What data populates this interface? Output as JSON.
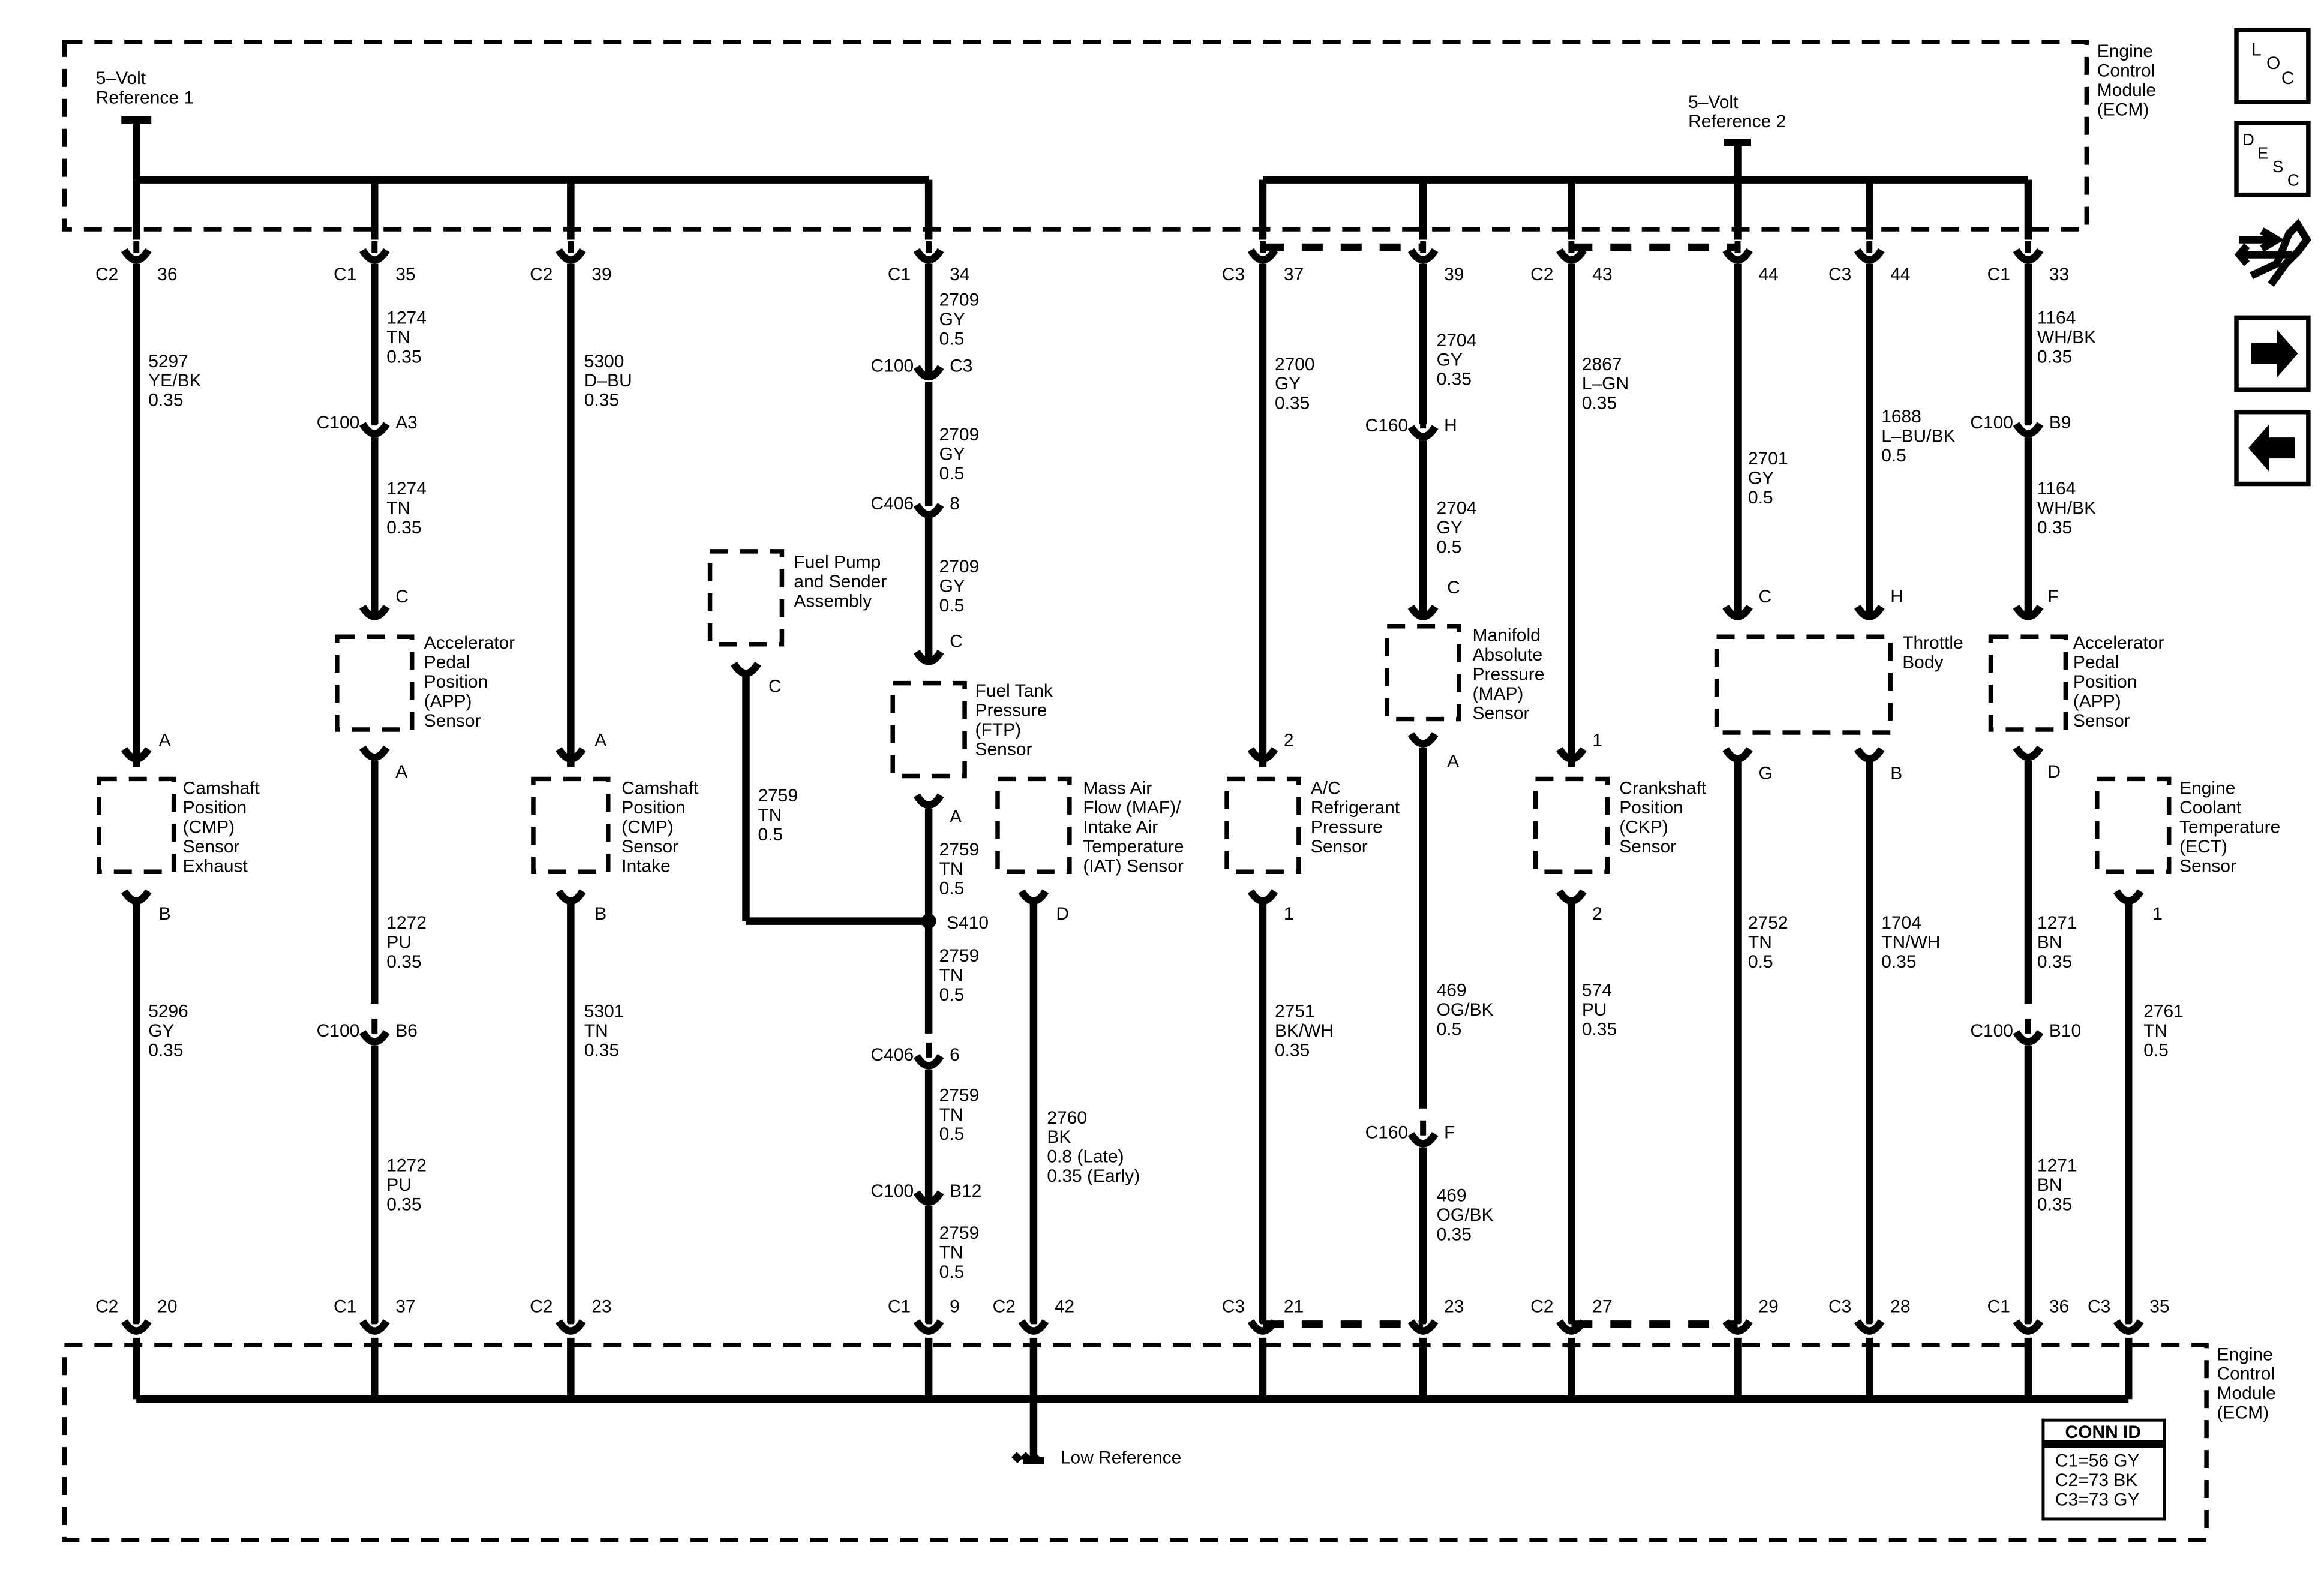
{
  "ecm_top": {
    "name": [
      "Engine",
      "Control",
      "Module",
      "(ECM)"
    ]
  },
  "ecm_bottom": {
    "name": [
      "Engine",
      "Control",
      "Module",
      "(ECM)"
    ]
  },
  "ref1": [
    "5–Volt",
    "Reference 1"
  ],
  "ref2": [
    "5–Volt",
    "Reference 2"
  ],
  "low_ref": "Low Reference",
  "conn_id": {
    "title": "CONN ID",
    "rows": [
      "C1=56 GY",
      "C2=73 BK",
      "C3=73 GY"
    ]
  },
  "nav": {
    "loc": [
      "L",
      "O",
      "C"
    ],
    "desc": [
      "D",
      "E",
      "S",
      "C"
    ]
  },
  "top_pins": [
    {
      "conn": "C2",
      "pin": "36"
    },
    {
      "conn": "C1",
      "pin": "35"
    },
    {
      "conn": "C2",
      "pin": "39"
    },
    {
      "conn": "C1",
      "pin": "34"
    },
    {
      "conn": "C3",
      "pin": "37"
    },
    {
      "conn": "",
      "pin": "39"
    },
    {
      "conn": "C2",
      "pin": "43"
    },
    {
      "conn": "",
      "pin": "44"
    },
    {
      "conn": "C3",
      "pin": "44"
    },
    {
      "conn": "C1",
      "pin": "33"
    }
  ],
  "bottom_pins": [
    {
      "conn": "C2",
      "pin": "20"
    },
    {
      "conn": "C1",
      "pin": "37"
    },
    {
      "conn": "C2",
      "pin": "23"
    },
    {
      "conn": "C1",
      "pin": "9"
    },
    {
      "conn": "C2",
      "pin": "42"
    },
    {
      "conn": "C3",
      "pin": "21"
    },
    {
      "conn": "",
      "pin": "23"
    },
    {
      "conn": "C2",
      "pin": "27"
    },
    {
      "conn": "",
      "pin": "29"
    },
    {
      "conn": "C3",
      "pin": "28"
    },
    {
      "conn": "C1",
      "pin": "36"
    },
    {
      "conn": "C3",
      "pin": "35"
    }
  ],
  "inline_connectors": [
    {
      "name": "C100",
      "pin": "A3"
    },
    {
      "name": "C100",
      "pin": "B6"
    },
    {
      "name": "C100",
      "pin": "C3"
    },
    {
      "name": "C406",
      "pin": "8"
    },
    {
      "name": "C406",
      "pin": "6"
    },
    {
      "name": "C100",
      "pin": "B12"
    },
    {
      "name": "C160",
      "pin": "H"
    },
    {
      "name": "C160",
      "pin": "F"
    },
    {
      "name": "C100",
      "pin": "B9"
    },
    {
      "name": "C100",
      "pin": "B10"
    }
  ],
  "splice": "S410",
  "wires": [
    {
      "circuit": "5297",
      "color": "YE/BK",
      "size": "0.35"
    },
    {
      "circuit": "5296",
      "color": "GY",
      "size": "0.35"
    },
    {
      "circuit": "1274",
      "color": "TN",
      "size": "0.35"
    },
    {
      "circuit": "1274",
      "color": "TN",
      "size": "0.35"
    },
    {
      "circuit": "1272",
      "color": "PU",
      "size": "0.35"
    },
    {
      "circuit": "1272",
      "color": "PU",
      "size": "0.35"
    },
    {
      "circuit": "5300",
      "color": "D–BU",
      "size": "0.35"
    },
    {
      "circuit": "5301",
      "color": "TN",
      "size": "0.35"
    },
    {
      "circuit": "2709",
      "color": "GY",
      "size": "0.5"
    },
    {
      "circuit": "2709",
      "color": "GY",
      "size": "0.5"
    },
    {
      "circuit": "2709",
      "color": "GY",
      "size": "0.5"
    },
    {
      "circuit": "2759",
      "color": "TN",
      "size": "0.5"
    },
    {
      "circuit": "2759",
      "color": "TN",
      "size": "0.5"
    },
    {
      "circuit": "2759",
      "color": "TN",
      "size": "0.5"
    },
    {
      "circuit": "2759",
      "color": "TN",
      "size": "0.5"
    },
    {
      "circuit": "2759",
      "color": "TN",
      "size": "0.5"
    },
    {
      "circuit": "2760",
      "color": "BK",
      "size": "0.8 (Late)",
      "size2": "0.35 (Early)"
    },
    {
      "circuit": "2700",
      "color": "GY",
      "size": "0.35"
    },
    {
      "circuit": "2751",
      "color": "BK/WH",
      "size": "0.35"
    },
    {
      "circuit": "2704",
      "color": "GY",
      "size": "0.35"
    },
    {
      "circuit": "2704",
      "color": "GY",
      "size": "0.5"
    },
    {
      "circuit": "469",
      "color": "OG/BK",
      "size": "0.5"
    },
    {
      "circuit": "469",
      "color": "OG/BK",
      "size": "0.35"
    },
    {
      "circuit": "2867",
      "color": "L–GN",
      "size": "0.35"
    },
    {
      "circuit": "574",
      "color": "PU",
      "size": "0.35"
    },
    {
      "circuit": "2701",
      "color": "GY",
      "size": "0.5"
    },
    {
      "circuit": "2752",
      "color": "TN",
      "size": "0.5"
    },
    {
      "circuit": "1688",
      "color": "L–BU/BK",
      "size": "0.5"
    },
    {
      "circuit": "1704",
      "color": "TN/WH",
      "size": "0.35"
    },
    {
      "circuit": "1164",
      "color": "WH/BK",
      "size": "0.35"
    },
    {
      "circuit": "1164",
      "color": "WH/BK",
      "size": "0.35"
    },
    {
      "circuit": "1271",
      "color": "BN",
      "size": "0.35"
    },
    {
      "circuit": "1271",
      "color": "BN",
      "size": "0.35"
    },
    {
      "circuit": "2761",
      "color": "TN",
      "size": "0.5"
    }
  ],
  "components": [
    {
      "name": [
        "Camshaft",
        "Position",
        "(CMP)",
        "Sensor",
        "Exhaust"
      ],
      "pins": [
        "A",
        "B"
      ]
    },
    {
      "name": [
        "Accelerator",
        "Pedal",
        "Position",
        "(APP)",
        "Sensor"
      ],
      "pins": [
        "C",
        "A"
      ]
    },
    {
      "name": [
        "Camshaft",
        "Position",
        "(CMP)",
        "Sensor",
        "Intake"
      ],
      "pins": [
        "A",
        "B"
      ]
    },
    {
      "name": [
        "Fuel Pump",
        "and Sender",
        "Assembly"
      ],
      "pins": [
        "C"
      ]
    },
    {
      "name": [
        "Fuel Tank",
        "Pressure",
        "(FTP)",
        "Sensor"
      ],
      "pins": [
        "C",
        "A"
      ]
    },
    {
      "name": [
        "Mass Air",
        "Flow (MAF)/",
        "Intake Air",
        "Temperature",
        "(IAT) Sensor"
      ],
      "pins": [
        "D"
      ]
    },
    {
      "name": [
        "A/C",
        "Refrigerant",
        "Pressure",
        "Sensor"
      ],
      "pins": [
        "2",
        "1"
      ]
    },
    {
      "name": [
        "Manifold",
        "Absolute",
        "Pressure",
        "(MAP)",
        "Sensor"
      ],
      "pins": [
        "C",
        "A"
      ]
    },
    {
      "name": [
        "Crankshaft",
        "Position",
        "(CKP)",
        "Sensor"
      ],
      "pins": [
        "1",
        "2"
      ]
    },
    {
      "name": [
        "Throttle",
        "Body"
      ],
      "pins": [
        "C",
        "H",
        "G",
        "B"
      ]
    },
    {
      "name": [
        "Accelerator",
        "Pedal",
        "Position",
        "(APP)",
        "Sensor"
      ],
      "pins": [
        "F",
        "D"
      ]
    },
    {
      "name": [
        "Engine",
        "Coolant",
        "Temperature",
        "(ECT)",
        "Sensor"
      ],
      "pins": [
        "1"
      ]
    }
  ]
}
